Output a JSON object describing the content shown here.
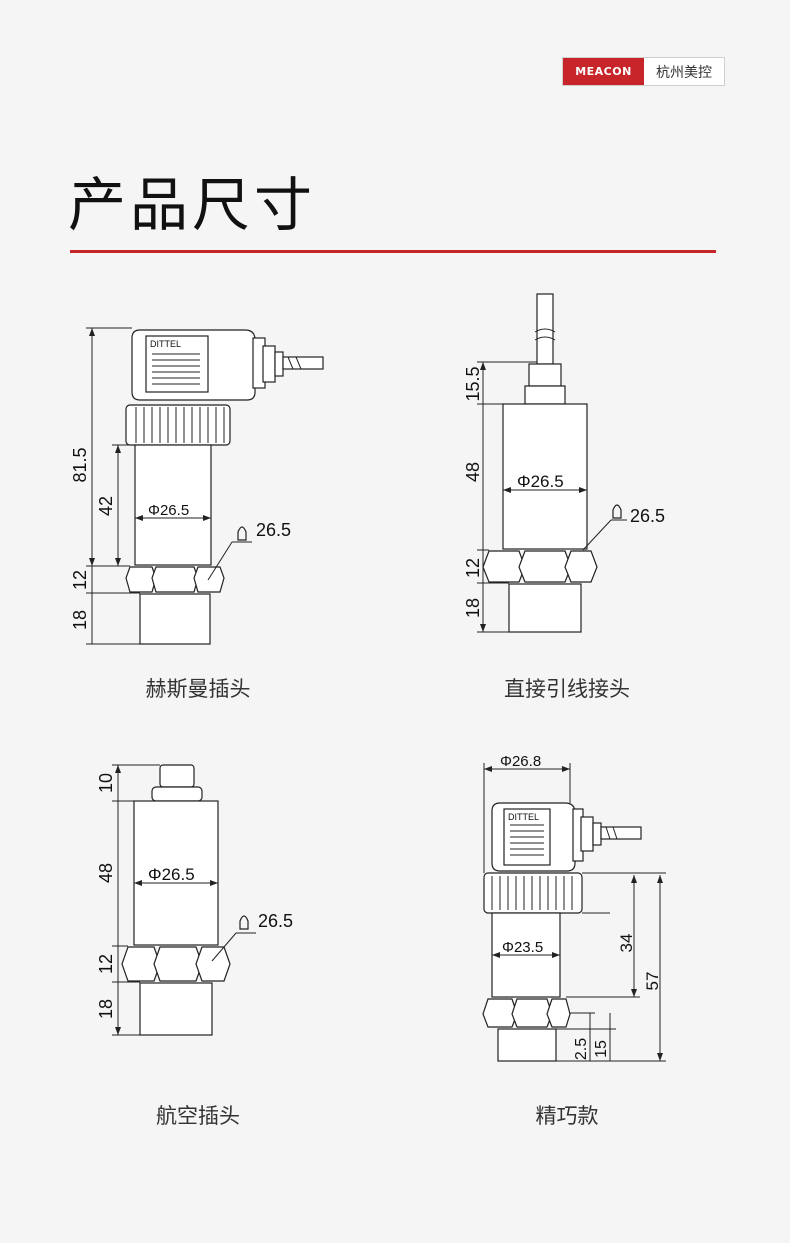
{
  "brand": {
    "logo_text": "MEACON",
    "name": "杭州美控"
  },
  "title": "产品尺寸",
  "variants": [
    {
      "caption": "赫斯曼插头",
      "dims": [
        "81.5",
        "42",
        "Φ26.5",
        "26.5",
        "12",
        "18"
      ],
      "plug_label": "DITTEL"
    },
    {
      "caption": "直接引线接头",
      "dims": [
        "15.5",
        "48",
        "Φ26.5",
        "26.5",
        "12",
        "18"
      ]
    },
    {
      "caption": "航空插头",
      "dims": [
        "10",
        "48",
        "Φ26.5",
        "26.5",
        "12",
        "18"
      ]
    },
    {
      "caption": "精巧款",
      "dims": [
        "Φ26.8",
        "Φ23.5",
        "34",
        "57",
        "2.5",
        "15"
      ],
      "plug_label": "DITTEL"
    }
  ],
  "colors": {
    "accent": "#c8252b",
    "line": "#222222",
    "background": "#f5f5f5"
  }
}
